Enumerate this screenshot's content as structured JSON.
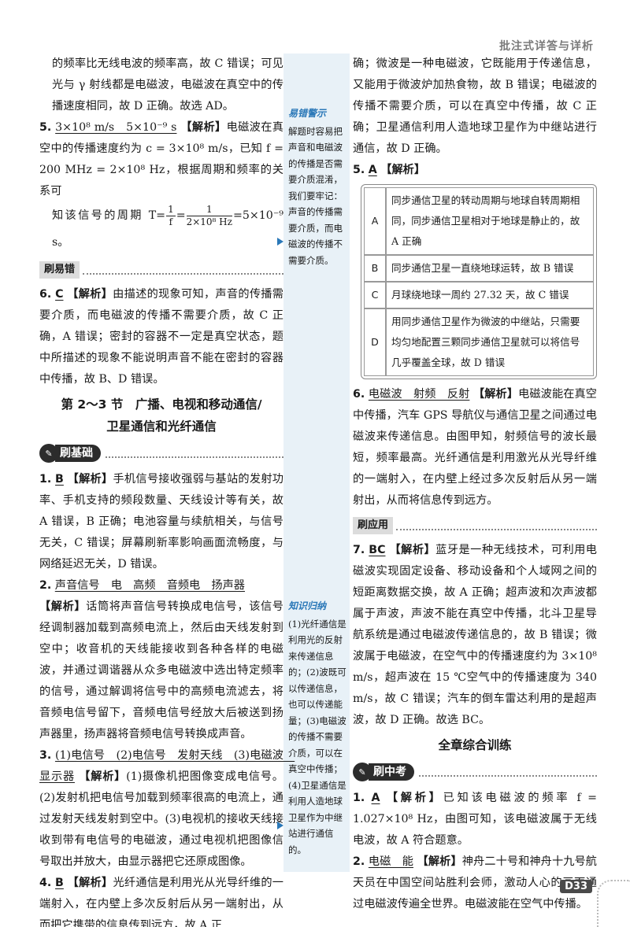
{
  "header_tag": "批注式详答与详析",
  "page_number": "D33",
  "left": {
    "cont1": "的频率比无线电波的频率高，故 C 错误；可见光与 γ 射线都是电磁波，电磁波在真空中的传播速度相同，故 D 正确。故选 AD。",
    "q5_num": "5.",
    "q5_ans": "3×10⁸ m/s　5×10⁻⁹ s",
    "q5_tag": "【解析】",
    "q5_text": "电磁波在真空中的传播速度约为 c = 3×10⁸ m/s，已知 f = 200 MHz = 2×10⁸ Hz，根据周期和频率的关系可",
    "q5_formula_pre": "知该信号的周期 T=",
    "q5_f1_top": "1",
    "q5_f1_bot": "f",
    "q5_eq": "=",
    "q5_f2_top": "1",
    "q5_f2_bot": "2×10⁸ Hz",
    "q5_formula_post": "=5×10⁻⁹ s。",
    "strip_cuo": "刷易错",
    "q6_num": "6.",
    "q6_ans": "C",
    "q6_tag": "【解析】",
    "q6_text": "由描述的现象可知，声音的传播需要介质，而电磁波的传播不需要介质，故 C 正确，A 错误；密封的容器不一定是真空状态，题中所描述的现象不能说明声音不能在密封的容器中传播，故 B、D 错误。",
    "section_title_1": "第 2～3 节　广播、电视和移动通信/",
    "section_title_2": "卫星通信和光纤通信",
    "badge_jichu": "刷基础",
    "q1_num": "1.",
    "q1_ans": "B",
    "q1_tag": "【解析】",
    "q1_text": "手机信号接收强弱与基站的发射功率、手机支持的频段数量、天线设计等有关，故 A 错误，B 正确；电池容量与续航相关，与信号无关，C 错误；屏幕刷新率影响画面流畅度，与网络延迟无关，D 错误。",
    "q2_num": "2.",
    "q2_ans": "声音信号　电　高频　音频电　扬声器",
    "q2_tag": "【解析】",
    "q2_text": "话筒将声音信号转换成电信号，该信号经调制器加载到高频电流上，然后由天线发射到空中；收音机的天线能接收到各种各样的电磁波，并通过调谐器从众多电磁波中选出特定频率的信号，通过解调将信号中的高频电流滤去，将音频电信号留下，音频电信号经放大后被送到扬声器里，扬声器将音频电信号转换成声音。",
    "q3_num": "3.",
    "q3_ans": "(1)电信号　(2)电信号　发射天线　(3)电磁波　显示器",
    "q3_tag": "【解析】",
    "q3_text": "(1)摄像机把图像变成电信号。(2)发射机把电信号加载到频率很高的电流上，通过发射天线发射到空中。(3)电视机的接收天线接收到带有电信号的电磁波，通过电视机把图像信号取出并放大，由显示器把它还原成图像。",
    "q4_num": "4.",
    "q4_ans": "B",
    "q4_tag": "【解析】",
    "q4_text": "光纤通信是利用光从光导纤维的一端射入，在内壁上多次反射后从另一端射出，从而把它携带的信息传到远方，故 A 正"
  },
  "sidebar": {
    "box1_head": "易错警示",
    "box1_text": "解题时容易把声音和电磁波的传播是否需要介质混淆，我们要牢记：声音的传播需要介质，而电磁波的传播不需要介质。",
    "box2_head": "知识归纳",
    "box2_text": "(1)光纤通信是利用光的反射来传递信息的；(2)波既可以传递信息，也可以传递能量；(3)电磁波的传播不需要介质，可以在真空中传播；(4)卫星通信是利用人造地球卫星作为中继站进行通信的。"
  },
  "right": {
    "cont4": "确；微波是一种电磁波，它既能用于传递信息，又能用于微波炉加热食物，故 B 错误；电磁波的传播不需要介质，可以在真空中传播，故 C 正确；卫星通信利用人造地球卫星作为中继站进行通信，故 D 正确。",
    "q5_num": "5.",
    "q5_ans": "A",
    "q5_tag": "【解析】",
    "options": [
      {
        "key": "A",
        "text": "同步通信卫星的转动周期与地球自转周期相同，同步通信卫星相对于地球是静止的，故 A 正确"
      },
      {
        "key": "B",
        "text": "同步通信卫星一直绕地球运转，故 B 错误"
      },
      {
        "key": "C",
        "text": "月球绕地球一周约 27.32 天，故 C 错误"
      },
      {
        "key": "D",
        "text": "用同步通信卫星作为微波的中继站，只需要均匀地配置三颗同步通信卫星就可以将信号几乎覆盖全球，故 D 错误"
      }
    ],
    "q6_num": "6.",
    "q6_ans": "电磁波　射频　反射",
    "q6_tag": "【解析】",
    "q6_text": "电磁波能在真空中传播，汽车 GPS 导航仪与通信卫星之间通过电磁波来传递信息。由图甲知，射频信号的波长最短，频率最高。光纤通信是利用激光从光导纤维的一端射入，在内壁上经过多次反射后从另一端射出，从而将信息传到远方。",
    "strip_yingyong": "刷应用",
    "q7_num": "7.",
    "q7_ans": "BC",
    "q7_tag": "【解析】",
    "q7_text": "蓝牙是一种无线技术，可利用电磁波实现固定设备、移动设备和个人域网之间的短距离数据交换，故 A 正确；超声波和次声波都属于声波，声波不能在真空中传播，北斗卫星导航系统是通过电磁波传递信息的，故 B 错误；微波属于电磁波，在空气中的传播速度约为 3×10⁸ m/s，超声波在 15 ℃空气中的传播速度为 340 m/s，故 C 错误；汽车的倒车雷达利用的是超声波，故 D 正确。故选 BC。",
    "section_title": "全章综合训练",
    "badge_zhongkao": "刷中考",
    "z1_num": "1.",
    "z1_ans": "A",
    "z1_tag": "【解析】",
    "z1_text": "已知该电磁波的频率 f = 1.027×10⁸ Hz，由图可知，该电磁波属于无线电波，故 A 符合题意。",
    "z2_num": "2.",
    "z2_ans": "电磁　能",
    "z2_tag": "【解析】",
    "z2_text": "神舟二十号和神舟十九号航天员在中国空间站胜利会师，激动人心的画面通过电磁波传遍全世界。电磁波能在空气中传播。"
  }
}
